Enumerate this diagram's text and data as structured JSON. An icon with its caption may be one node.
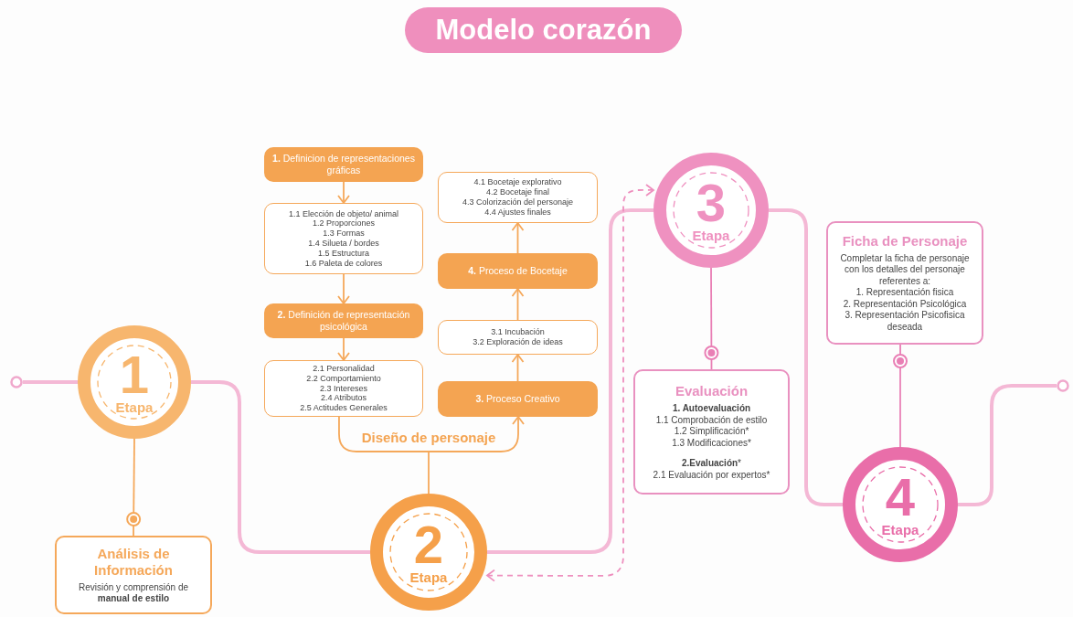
{
  "diagram": {
    "title": "Modelo corazón",
    "nodes": [
      {
        "text": [
          "1",
          "Etapa"
        ]
      },
      {
        "text": [
          "Análisis de Información",
          "Revisión y comprensión de **manual de estilo**"
        ]
      },
      {
        "text": [
          "2",
          "Etapa"
        ]
      },
      {
        "text": [
          "**1.** Definicion de representaciones gráficas"
        ]
      },
      {
        "text": [
          "1.1 Elección de objeto/ animal",
          "1.2 Proporciones",
          "1.3 Formas",
          "1.4 Silueta / bordes",
          "1.5 Estructura",
          "1.6 Paleta de colores"
        ]
      },
      {
        "text": [
          "**2.** Definición de representación psicológica"
        ]
      },
      {
        "text": [
          "2.1 Personalidad",
          "2.2 Comportamiento",
          "2.3 Intereses",
          "2.4 Atributos",
          "2.5 Actitudes Generales"
        ]
      },
      {
        "text": [
          "Diseño de personaje"
        ]
      },
      {
        "text": [
          "**3.** Proceso Creativo"
        ]
      },
      {
        "text": [
          "3.1 Incubación",
          "3.2 Exploración de ideas"
        ]
      },
      {
        "text": [
          "**4.** Proceso de Bocetaje"
        ]
      },
      {
        "text": [
          "4.1 Bocetaje explorativo",
          "4.2 Bocetaje final",
          "4.3 Colorización del personaje",
          "4.4 Ajustes finales"
        ]
      },
      {
        "text": [
          "3",
          "Etapa"
        ]
      },
      {
        "text": [
          "Evaluación",
          "**1. Autoevaluación**",
          "1.1 Comprobación de estilo",
          "1.2 Simplificación*",
          "1.3 Modificaciones*",
          "**2.Evaluación***",
          "2.1 Evaluación por expertos*"
        ]
      },
      {
        "text": [
          "4",
          "Etapa"
        ]
      },
      {
        "text": [
          "Ficha de Personaje",
          "Completar la ficha de personaje con los detalles del personaje referentes a:",
          "1. Representación fisica",
          "2. Representación Psicológica",
          "3. Representación Psicofisica deseada"
        ]
      },
      {
        "text": [],
        "shape": "circle"
      },
      {
        "text": [],
        "shape": "circle"
      }
    ],
    "edges": [
      {
        "from": 16,
        "to": 0,
        "arrow": "none",
        "style": "thick",
        "color": "#f4b8d5"
      },
      {
        "from": 0,
        "to": 2,
        "arrow": "none",
        "style": "thick",
        "color": "#f4b8d5"
      },
      {
        "from": 2,
        "to": 12,
        "arrow": "none",
        "style": "thick",
        "color": "#f4b8d5"
      },
      {
        "from": 12,
        "to": 14,
        "arrow": "none",
        "style": "thick",
        "color": "#f4b8d5"
      },
      {
        "from": 14,
        "to": 17,
        "arrow": "none",
        "style": "thick",
        "color": "#f4b8d5"
      },
      {
        "from": 2,
        "to": 12,
        "arrow": "both",
        "style": "dashed",
        "color": "#ee8fbe"
      },
      {
        "from": 0,
        "to": 1,
        "arrow": "other"
      },
      {
        "from": 12,
        "to": 13,
        "arrow": "other",
        "color": "#e97fb5"
      },
      {
        "from": 14,
        "to": 15,
        "arrow": "other",
        "color": "#e97fb5"
      },
      {
        "from": 3,
        "to": 4,
        "arrow": "to"
      },
      {
        "from": 4,
        "to": 5,
        "arrow": "to"
      },
      {
        "from": 5,
        "to": 6,
        "arrow": "to"
      },
      {
        "from": 6,
        "to": 7,
        "arrow": "none"
      },
      {
        "from": 2,
        "to": 7,
        "arrow": "none"
      },
      {
        "from": 7,
        "to": 8,
        "arrow": "to"
      },
      {
        "from": 8,
        "to": 9,
        "arrow": "to"
      },
      {
        "from": 9,
        "to": 10,
        "arrow": "to"
      },
      {
        "from": 10,
        "to": 11,
        "arrow": "to"
      }
    ]
  }
}
